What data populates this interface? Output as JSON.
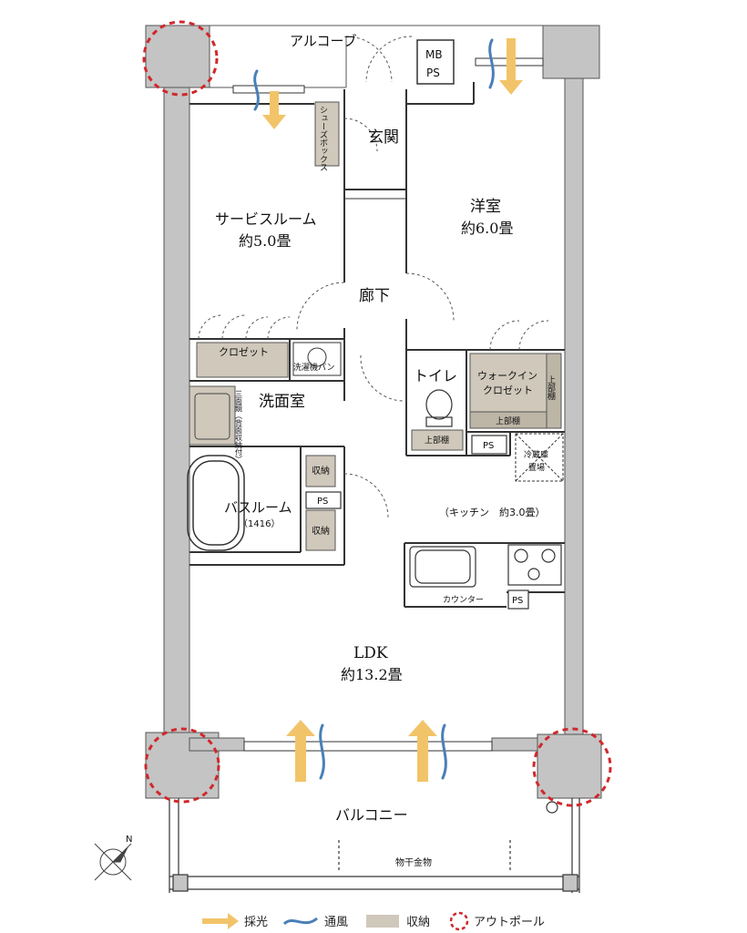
{
  "rooms": {
    "alcove": "アルコーブ",
    "mbps_top": "MB",
    "mbps_bottom": "PS",
    "shoebox": "シューズボックス",
    "entrance": "玄関",
    "service_room_name": "サービスルーム",
    "service_room_size": "約5.0畳",
    "western_room_name": "洋室",
    "western_room_size": "約6.0畳",
    "corridor": "廊下",
    "closet": "クロゼット",
    "washer_pan": "洗濯機パン",
    "washroom": "洗面室",
    "vanity": "三面鏡（背面収納付）",
    "toilet": "トイレ",
    "toilet_shelf": "上部棚",
    "walkin_closet_line1": "ウォークイン",
    "walkin_closet_line2": "クロゼット",
    "walkin_shelf_side": "上部棚",
    "walkin_shelf_bottom": "上部棚",
    "ps_toilet": "PS",
    "fridge_line1": "冷蔵庫",
    "fridge_line2": "置場",
    "storage_1": "収納",
    "storage_2": "収納",
    "ps_bath": "PS",
    "bathroom_name": "バスルーム",
    "bathroom_size": "（1416）",
    "kitchen": "（キッチン　約3.0畳）",
    "counter": "カウンター",
    "ps_kitchen": "PS",
    "ldk_name": "LDK",
    "ldk_size": "約13.2畳",
    "balcony": "バルコニー",
    "drying_rack": "物干金物",
    "north": "N"
  },
  "legend": {
    "daylight": "採光",
    "ventilation": "通風",
    "storage": "収納",
    "outpole": "アウトポール"
  },
  "colors": {
    "wall": "#c4c4c4",
    "storage": "#cfc8bb",
    "daylight_arrow": "#f2c469",
    "ventilation": "#4a7fb8",
    "outpole": "#d0282c"
  }
}
